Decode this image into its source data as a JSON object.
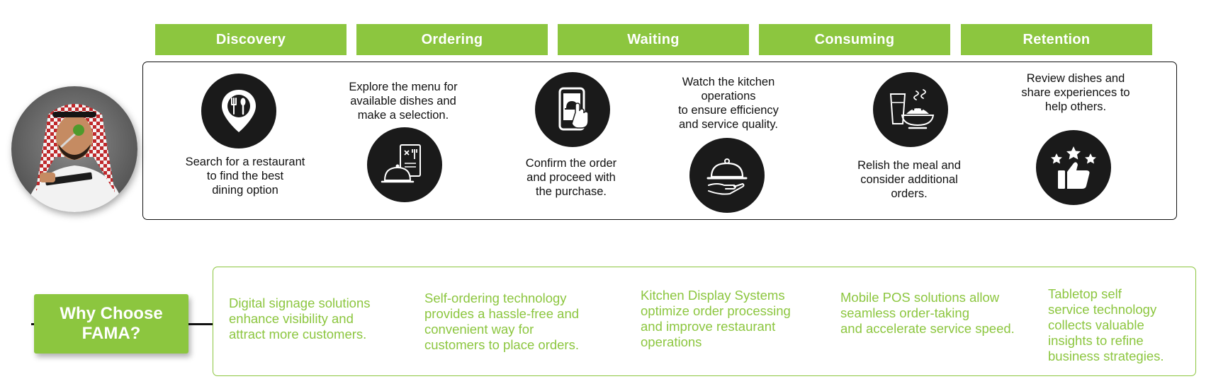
{
  "stages": [
    {
      "label": "Discovery",
      "description": "Search for a restaurant\nto find the best\ndining option",
      "icon": "location-fork-spoon-icon"
    },
    {
      "label": "Ordering",
      "description": "Explore the menu for\navailable dishes and\nmake a selection.",
      "icon": "menu-cloche-icon"
    },
    {
      "label": "Waiting",
      "description": "Confirm the order\nand proceed with\nthe purchase.",
      "icon": "phone-tap-order-icon"
    },
    {
      "label": "Consuming",
      "description": "Watch the kitchen\noperations\nto ensure efficiency\nand service quality.",
      "icon": "serving-cloche-hand-icon"
    },
    {
      "label": "Retention",
      "description": "Relish the meal and\nconsider additional\norders.",
      "icon": "meal-drink-bowl-icon"
    },
    {
      "label": "",
      "description": "Review dishes and\nshare experiences to\nhelp others.",
      "icon": "stars-thumbs-up-icon"
    }
  ],
  "why": {
    "title": "Why Choose\nFAMA?"
  },
  "benefits": [
    "Digital signage solutions\nenhance visibility and\nattract more customers.",
    "Self-ordering technology\nprovides a hassle-free and\nconvenient way for\ncustomers to place orders.",
    "Kitchen Display Systems\n optimize order processing\nand improve restaurant\noperations",
    "Mobile POS solutions allow\nseamless order-taking\nand accelerate service speed.",
    "Tabletop self\nservice technology\ncollects valuable\ninsights to refine\nbusiness strategies."
  ],
  "colors": {
    "accent": "#8cc63f",
    "icon_bg": "#1a1a1a",
    "text": "#111111"
  }
}
